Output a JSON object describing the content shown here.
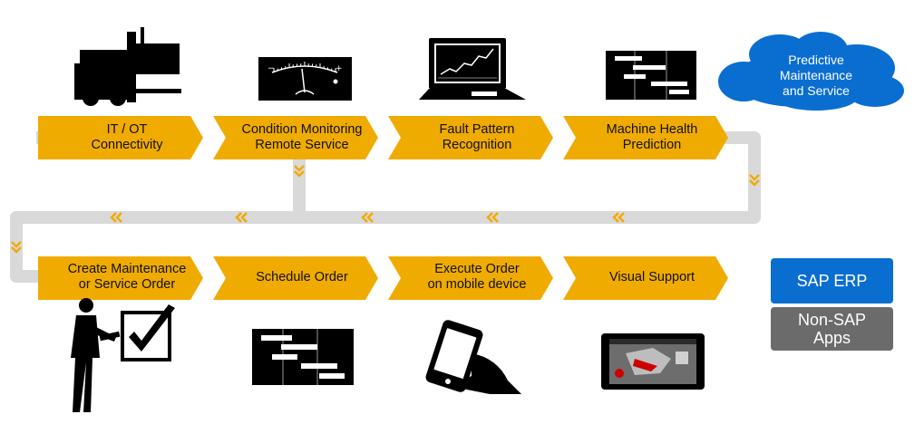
{
  "colors": {
    "arrow_fill": "#F0AB00",
    "connector": "#D9D9D9",
    "chevron": "#F0AB00",
    "cloud": "#0A6ED1",
    "sap_erp": "#0A6ED1",
    "non_sap": "#6B6B6B",
    "icon": "#000000"
  },
  "top_row": [
    {
      "label": "IT / OT\nConnectivity",
      "icon": "forklift-icon"
    },
    {
      "label": "Condition Monitoring\nRemote Service",
      "icon": "gauge-meter-icon"
    },
    {
      "label": "Fault Pattern\nRecognition",
      "icon": "laptop-chart-icon"
    },
    {
      "label": "Machine Health\nPrediction",
      "icon": "gantt-chart-icon"
    }
  ],
  "bottom_row": [
    {
      "label": "Create Maintenance\nor Service Order",
      "icon": "businessman-checkbox-icon"
    },
    {
      "label": "Schedule Order",
      "icon": "gantt-schedule-icon"
    },
    {
      "label": "Execute Order\non mobile device",
      "icon": "smartphone-hand-icon"
    },
    {
      "label": "Visual Support",
      "icon": "tablet-visual-icon"
    }
  ],
  "cloud": {
    "label": "Predictive\nMaintenance\nand Service",
    "icon": "cloud-icon"
  },
  "systems": {
    "sap_erp": "SAP ERP",
    "non_sap": "Non-SAP\nApps"
  }
}
